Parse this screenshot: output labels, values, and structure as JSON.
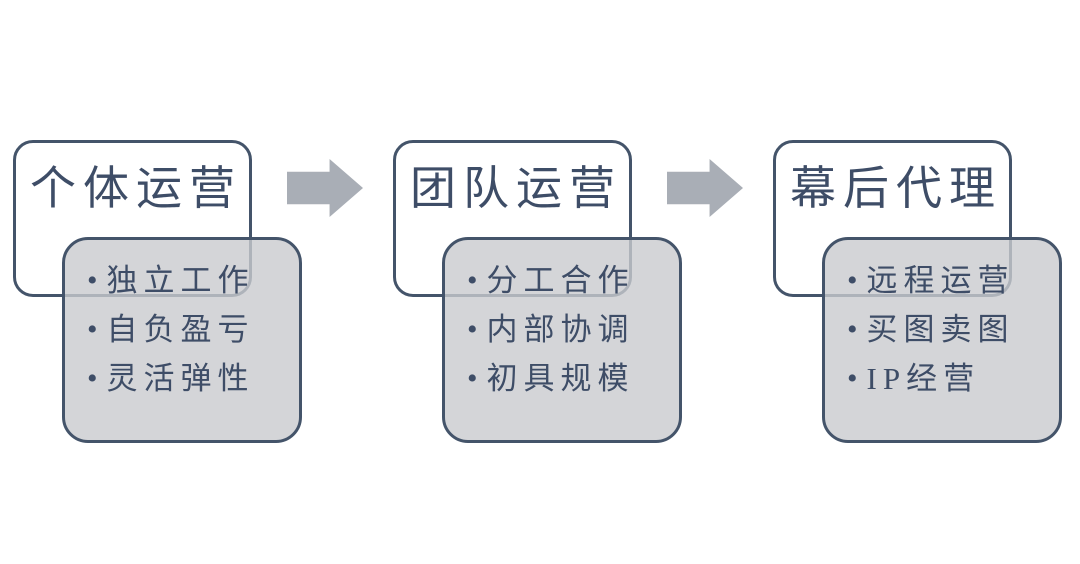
{
  "theme": {
    "bg": "#ffffff",
    "border_color": "#44546a",
    "text_color": "#3e4d67",
    "gray_fill": "rgba(201,202,206,0.8)",
    "arrow_color": "#a9aeb6"
  },
  "bullet_glyph": "•",
  "diagram": {
    "type": "process-flow",
    "direction": "left-to-right",
    "stages": [
      {
        "title": "个体运营",
        "bullets": [
          "独立工作",
          "自负盈亏",
          "灵活弹性"
        ]
      },
      {
        "title": "团队运营",
        "bullets": [
          "分工合作",
          "内部协调",
          "初具规模"
        ]
      },
      {
        "title": "幕后代理",
        "bullets": [
          "远程运营",
          "买图卖图",
          "IP经营"
        ]
      }
    ]
  }
}
